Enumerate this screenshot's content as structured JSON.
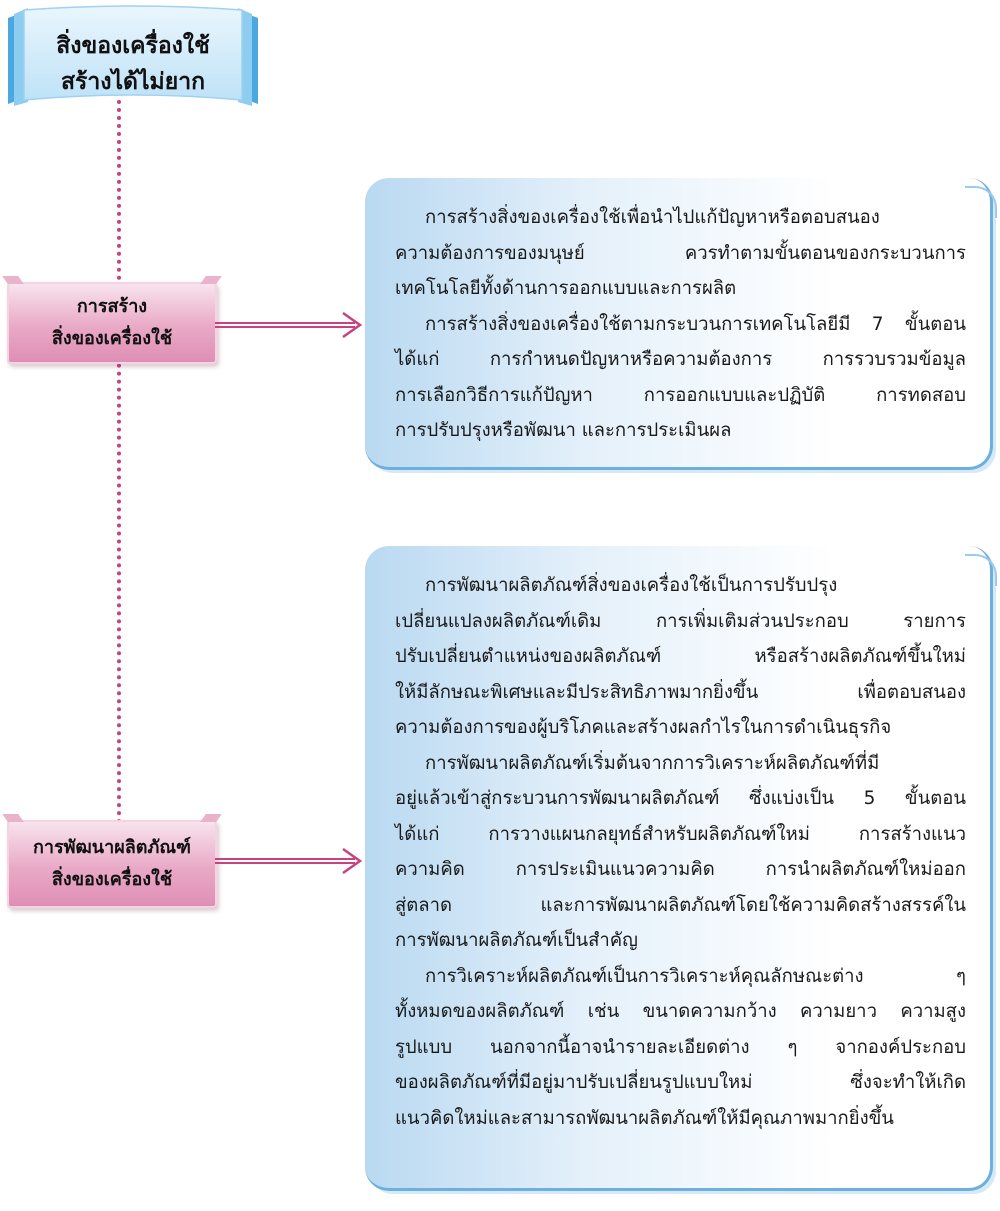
{
  "title": {
    "line1": "สิ่งของเครื่องใช้",
    "line2": "สร้างได้ไม่ยาก"
  },
  "labels": {
    "creation": {
      "line1": "การสร้าง",
      "line2": "สิ่งของเครื่องใช้"
    },
    "development": {
      "line1": "การพัฒนาผลิตภัณฑ์",
      "line2": "สิ่งของเครื่องใช้"
    }
  },
  "box_creation": {
    "p1": [
      "การสร้างสิ่งของเครื่องใช้เพื่อนำไปแก้ปัญหาหรือตอบสนอง",
      "ความต้องการของมนุษย์ ควรทำตามขั้นตอนของกระบวนการ",
      "เทคโนโลยีทั้งด้านการออกแบบและการผลิต"
    ],
    "p2": [
      "การสร้างสิ่งของเครื่องใช้ตามกระบวนการเทคโนโลยีมี 7 ขั้นตอน",
      "ได้แก่ การกำหนดปัญหาหรือความต้องการ การรวบรวมข้อมูล",
      "การเลือกวิธีการแก้ปัญหา การออกแบบและปฏิบัติ การทดสอบ",
      "การปรับปรุงหรือพัฒนา และการประเมินผล"
    ]
  },
  "box_development": {
    "p1": [
      "การพัฒนาผลิตภัณฑ์สิ่งของเครื่องใช้เป็นการปรับปรุง",
      "เปลี่ยนแปลงผลิตภัณฑ์เดิม การเพิ่มเติมส่วนประกอบ รายการ",
      "ปรับเปลี่ยนตำแหน่งของผลิตภัณฑ์ หรือสร้างผลิตภัณฑ์ขึ้นใหม่",
      "ให้มีลักษณะพิเศษและมีประสิทธิภาพมากยิ่งขึ้น เพื่อตอบสนอง",
      "ความต้องการของผู้บริโภคและสร้างผลกำไรในการดำเนินธุรกิจ"
    ],
    "p2": [
      "การพัฒนาผลิตภัณฑ์เริ่มต้นจากการวิเคราะห์ผลิตภัณฑ์ที่มี",
      "อยู่แล้วเข้าสู่กระบวนการพัฒนาผลิตภัณฑ์ ซึ่งแบ่งเป็น 5 ขั้นตอน",
      "ได้แก่ การวางแผนกลยุทธ์สำหรับผลิตภัณฑ์ใหม่ การสร้างแนว",
      "ความคิด การประเมินแนวความคิด การนำผลิตภัณฑ์ใหม่ออก",
      "สู่ตลาด และการพัฒนาผลิตภัณฑ์โดยใช้ความคิดสร้างสรรค์ใน",
      "การพัฒนาผลิตภัณฑ์เป็นสำคัญ"
    ],
    "p3": [
      "การวิเคราะห์ผลิตภัณฑ์เป็นการวิเคราะห์คุณลักษณะต่าง ๆ",
      "ทั้งหมดของผลิตภัณฑ์ เช่น ขนาดความกว้าง ความยาว ความสูง",
      "รูปแบบ นอกจากนี้อาจนำรายละเอียดต่าง ๆ จากองค์ประกอบ",
      "ของผลิตภัณฑ์ที่มีอยู่มาปรับเปลี่ยนรูปแบบใหม่ ซึ่งจะทำให้เกิด",
      "แนวคิดใหม่และสามารถพัฒนาผลิตภัณฑ์ให้มีคุณภาพมากยิ่งขึ้น"
    ]
  },
  "colors": {
    "connector": "#c8427f",
    "label_pink": "#e9a9c6",
    "box_blue": "#b9d9f1",
    "box_border": "#6db0de",
    "banner_blue": "#5ab3e6"
  }
}
